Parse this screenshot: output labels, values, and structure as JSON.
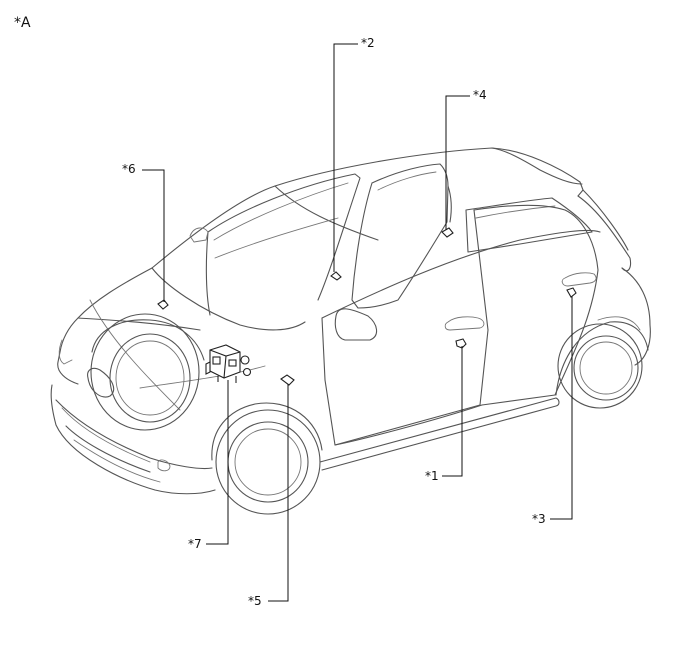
{
  "view_label": "*A",
  "callouts": {
    "c1": "*1",
    "c2": "*2",
    "c3": "*3",
    "c4": "*4",
    "c5": "*5",
    "c6": "*6",
    "c7": "*7"
  }
}
